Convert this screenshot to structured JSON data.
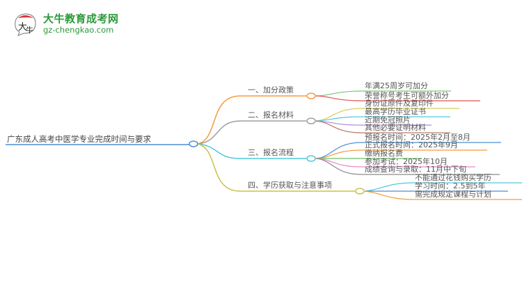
{
  "logo": {
    "title": "大牛教育成考网",
    "url": "gz-chengkao.com",
    "badge_text": "大牛"
  },
  "mindmap": {
    "root": "广东成人高考中医学专业完成时间与要求",
    "branches": [
      {
        "label": "一、加分政策",
        "color": "#f39a3c",
        "children": [
          {
            "label": "年满25周岁可加分",
            "color": "#7cc576"
          },
          {
            "label": "荣誉称号考生可额外加分",
            "color": "#e0534f"
          }
        ]
      },
      {
        "label": "二、报名材料",
        "color": "#9e9e9e",
        "children": [
          {
            "label": "身份证原件及复印件",
            "color": "#d4cf5a"
          },
          {
            "label": "最高学历毕业证书",
            "color": "#4fc8db"
          },
          {
            "label": "近期免冠照片",
            "color": "#b58ad6"
          },
          {
            "label": "其他必要证明材料",
            "color": "#b7776a"
          }
        ]
      },
      {
        "label": "三、报名流程",
        "color": "#4fc8db",
        "children": [
          {
            "label": "预报名时间：2025年2月至8月",
            "color": "#4a8ed1"
          },
          {
            "label": "正式报名时间：2025年9月",
            "color": "#f39a3c"
          },
          {
            "label": "缴纳报名费",
            "color": "#6cbf6a"
          },
          {
            "label": "参加考试：2025年10月",
            "color": "#e889c9"
          },
          {
            "label": "成绩查询与录取：11月中下旬",
            "color": "#8a8a8a"
          }
        ]
      },
      {
        "label": "四、学历获取与注意事项",
        "color": "#c8c245",
        "children": [
          {
            "label": "不能通过花钱购买学历",
            "color": "#4fc8db"
          },
          {
            "label": "学习时间：2.5到5年",
            "color": "#4a8ed1"
          },
          {
            "label": "需完成规定课程与计划",
            "color": "#f39a3c"
          }
        ]
      }
    ]
  }
}
